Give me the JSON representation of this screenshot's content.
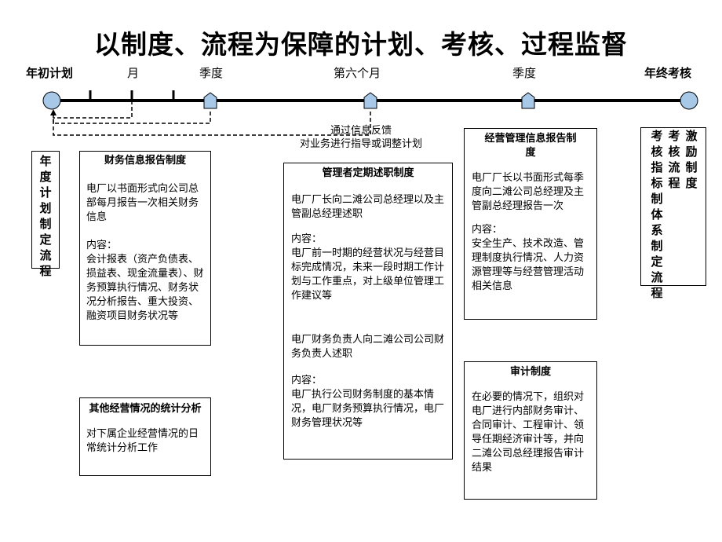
{
  "title": "以制度、流程为保障的计划、考核、过程监督",
  "timeline": {
    "start_label": "年初计划",
    "end_label": "年终考核",
    "labels": [
      "月",
      "季度",
      "第六个月",
      "季度"
    ]
  },
  "feedback": {
    "line1": "通过信息反馈",
    "line2": "对业务进行指导或调整计划"
  },
  "annual_plan": {
    "text": "年度计划制定流程"
  },
  "finance_report": {
    "heading": "财务信息报告制度",
    "p1": "电厂以书面形式向公司总部每月报告一次相关财务信息",
    "p2": "内容：\n会计报表（资产负债表、损益表、现金流量表）、财务预算执行情况、财务状况分析报告、重大投资、融资项目财务状况等"
  },
  "stats_analysis": {
    "heading": "其他经营情况的统计分析",
    "p1": "对下属企业经营情况的日常统计分析工作"
  },
  "manager_report": {
    "heading": "管理者定期述职制度",
    "p1": "电厂厂长向二滩公司总经理以及主管副总经理述职",
    "p2": "内容：\n电厂前一时期的经营状况与经营目标完成情况，未来一段时期工作计划与工作重点，对上级单位管理工作建议等",
    "p3": "电厂财务负责人向二滩公司公司财务负责人述职",
    "p4": "内容：\n电厂执行公司财务制度的基本情况，电厂财务预算执行情况，电厂财务管理状况等"
  },
  "ops_report": {
    "heading": "经营管理信息报告制度",
    "p1": "电厂厂长以书面形式每季度向二滩公司总经理及主管副总经理报告一次",
    "p2": "内容：\n安全生产、技术改造、管理制度执行情况、人力资源管理等与经营管理活动相关信息"
  },
  "audit": {
    "heading": "审计制度",
    "p1": "在必要的情况下，组织对电厂进行内部财务审计、合同审计、工程审计、领导任期经济审计等，并向二滩公司总经理报告审计结果"
  },
  "assessment": {
    "col1": "考核指标制体系制定流程",
    "col2": "考核流程",
    "col3": "激励制度"
  },
  "colors": {
    "node_fill": "#a8c8e8",
    "line": "#000000"
  }
}
